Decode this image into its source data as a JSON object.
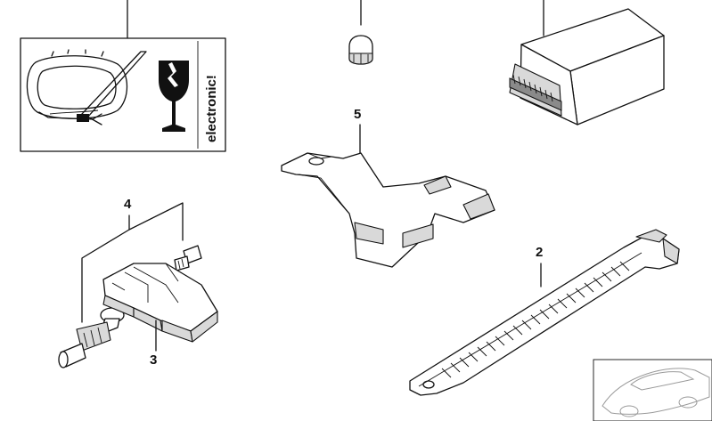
{
  "callouts": {
    "part_2": "2",
    "part_3": "3",
    "part_4": "4",
    "part_5": "5"
  },
  "warning_label": {
    "text": "electronic!"
  },
  "icons": {
    "fragile_glass": "fragile-glass-icon",
    "tire_sensor_warning": "tire-sensor-warning-icon",
    "vehicle_thumbnail": "vehicle-silhouette-icon"
  }
}
